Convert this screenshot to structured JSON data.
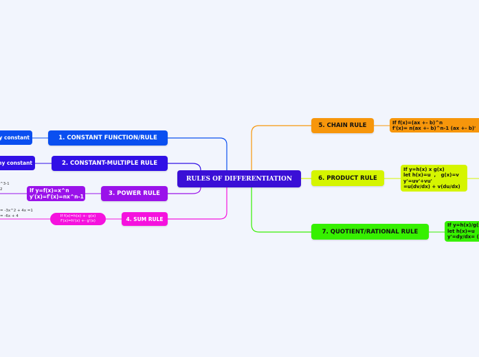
{
  "central": {
    "title": "RULES OF DIFFERENTIATION",
    "color": "#3a0fd6"
  },
  "branches": [
    {
      "label": "1. CONSTANT FUNCTION/RULE",
      "color": "#0a4ff0",
      "leaf": [
        "ny constant"
      ]
    },
    {
      "label": "2. CONSTANT-MULTIPLE RULE",
      "color": "#3110e6",
      "leaf": [
        "any constant"
      ]
    },
    {
      "label": "3. POWER RULE",
      "color": "#9a12ea",
      "leaf": [
        "If y=f(x)=x^n",
        "y'(x)=f'(x)=nx^n-1"
      ],
      "fragment": [
        "^3-1",
        "2"
      ]
    },
    {
      "label": "4. SUM RULE",
      "color": "#f512de",
      "leaf": [
        "If f(x)=h(x) +- g(x)",
        "f'(x)=h'(x) +- g'(x)"
      ],
      "fragment": [
        "= -3x^2 + 4x =1",
        "= -6x + 4"
      ]
    },
    {
      "label": "5. CHAIN RULE",
      "color": "#f7960b",
      "leaf": [
        "If f(x)=(ax +- b)^n",
        "f'(x)= n(ax +- b)^n-1 (ax +- b)'"
      ]
    },
    {
      "label": "6. PRODUCT RULE",
      "color": "#d5f500",
      "leaf": [
        "If y=h(x) x g(x)",
        "let h(x)=u  ,   g(x)=v",
        "y'=uv'+vu'",
        "=u(dv/dx) + v(du/dx)"
      ]
    },
    {
      "label": "7. QUOTIENT/RATIONAL RULE",
      "color": "#36f000",
      "leaf": [
        "If y=h(x)/g(x)",
        "let h(x)=u",
        "y'=dy/dx= ("
      ]
    }
  ]
}
